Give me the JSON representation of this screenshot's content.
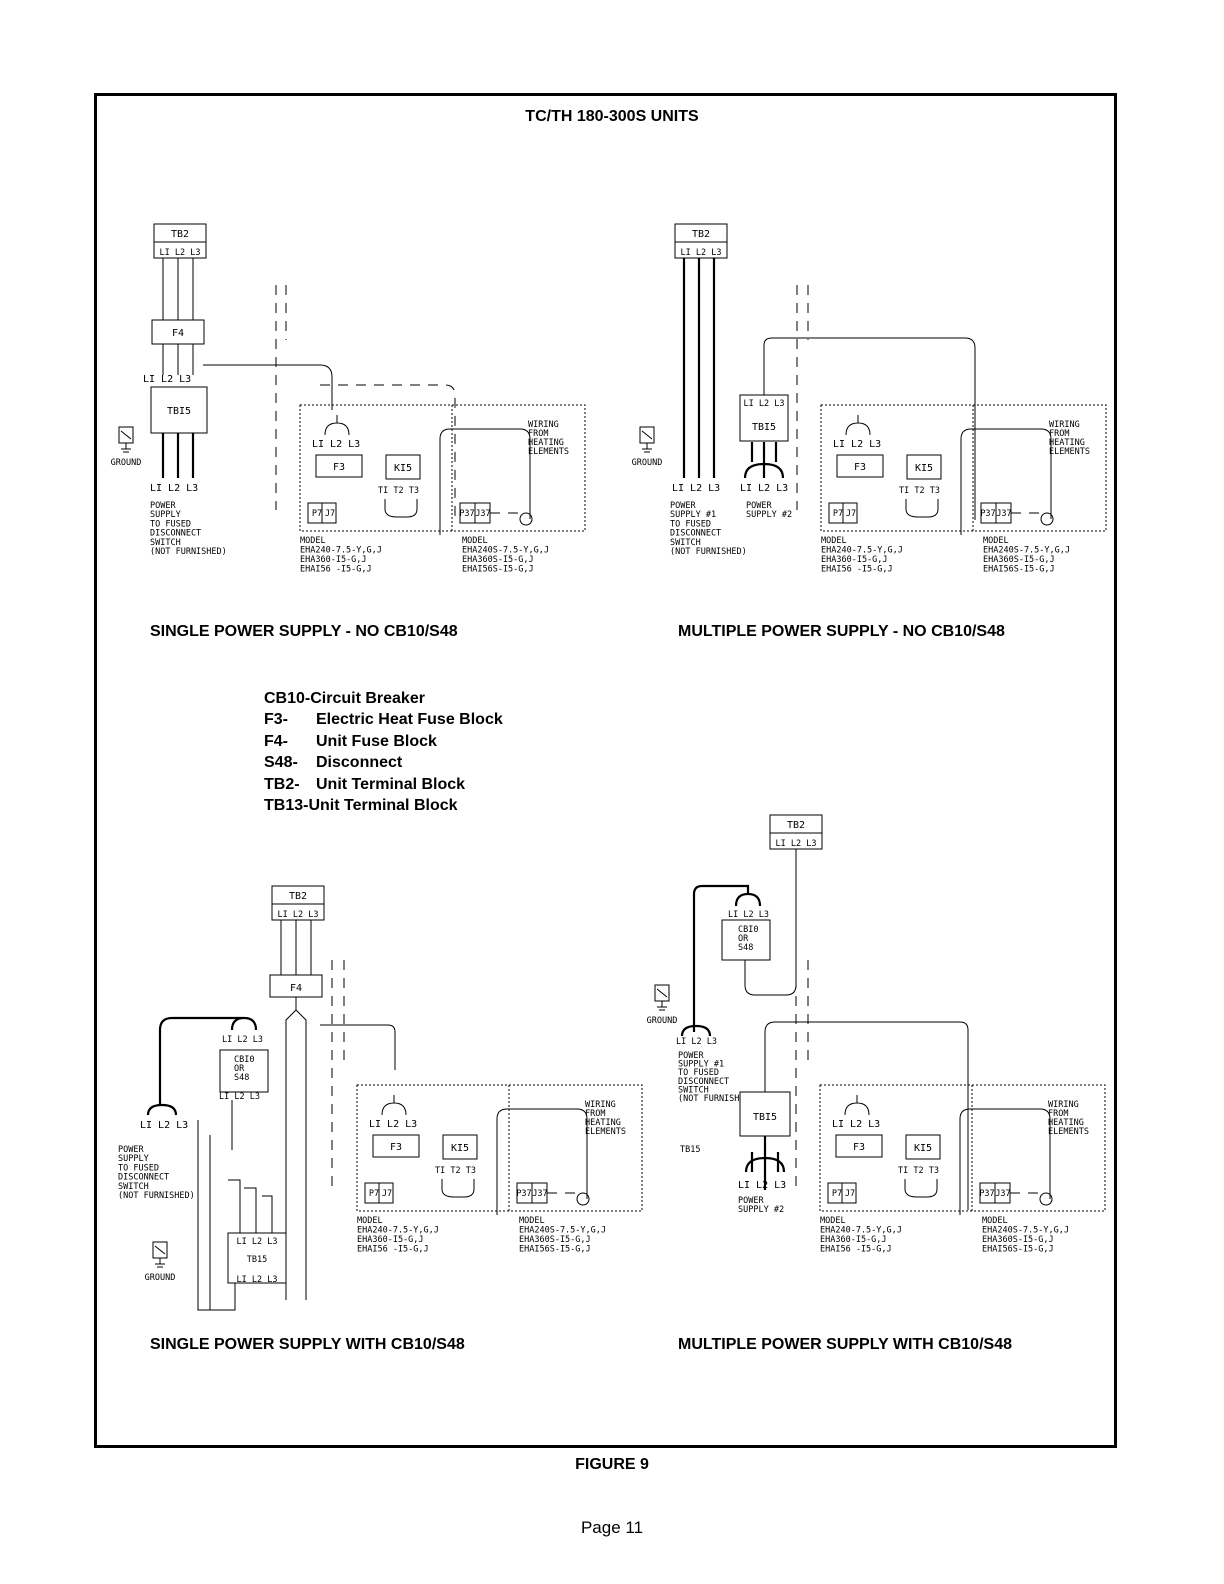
{
  "title": "TC/TH 180-300S UNITS",
  "figure_caption": "FIGURE 9",
  "page_number": "Page 11",
  "panels": {
    "single_no_cb": "SINGLE POWER SUPPLY - NO CB10/S48",
    "multiple_no_cb": "MULTIPLE POWER SUPPLY - NO CB10/S48",
    "single_with_cb": "SINGLE POWER SUPPLY WITH CB10/S48",
    "multiple_with_cb": "MULTIPLE POWER SUPPLY WITH CB10/S48"
  },
  "legend": [
    {
      "code": "CB10-",
      "desc": "Circuit Breaker"
    },
    {
      "code": "F3-",
      "desc": "Electric Heat Fuse Block"
    },
    {
      "code": "F4-",
      "desc": "Unit Fuse Block"
    },
    {
      "code": "S48-",
      "desc": "Disconnect"
    },
    {
      "code": "TB2-",
      "desc": "Unit Terminal Block"
    },
    {
      "code": "TB13-",
      "desc": "Unit Terminal Block"
    }
  ],
  "labels": {
    "tb2": "TB2",
    "tb15": "TB15",
    "tb15_alt": "TBI5",
    "f3": "F3",
    "f4": "F4",
    "k15": "KI5",
    "cb10_or_s48": [
      "CBI0",
      "OR",
      "S48"
    ],
    "lines": "LI L2 L3",
    "terminals": "TI T2 T3",
    "ground": "GROUND",
    "p7j7": [
      "P7",
      "J7"
    ],
    "p37j37": [
      "P37",
      "J37"
    ],
    "wiring_from_heating": [
      "WIRING",
      "FROM",
      "HEATING",
      "ELEMENTS"
    ],
    "power_supply_fused": [
      "POWER",
      "SUPPLY",
      "TO FUSED",
      "DISCONNECT",
      "SWITCH",
      "(NOT FURNISHED)"
    ],
    "power_supply_1": [
      "POWER",
      "SUPPLY #1",
      "TO FUSED",
      "DISCONNECT",
      "SWITCH",
      "(NOT FURNISHED)"
    ],
    "power_supply_2": [
      "POWER",
      "SUPPLY #2"
    ],
    "model_left": [
      "MODEL",
      "EHA240-7.5-Y,G,J",
      "EHA360-I5-G,J",
      "EHAI56 -I5-G,J"
    ],
    "model_right": [
      "MODEL",
      "EHA240S-7.5-Y,G,J",
      "EHA360S-I5-G,J",
      "EHAI56S-I5-G,J"
    ]
  }
}
